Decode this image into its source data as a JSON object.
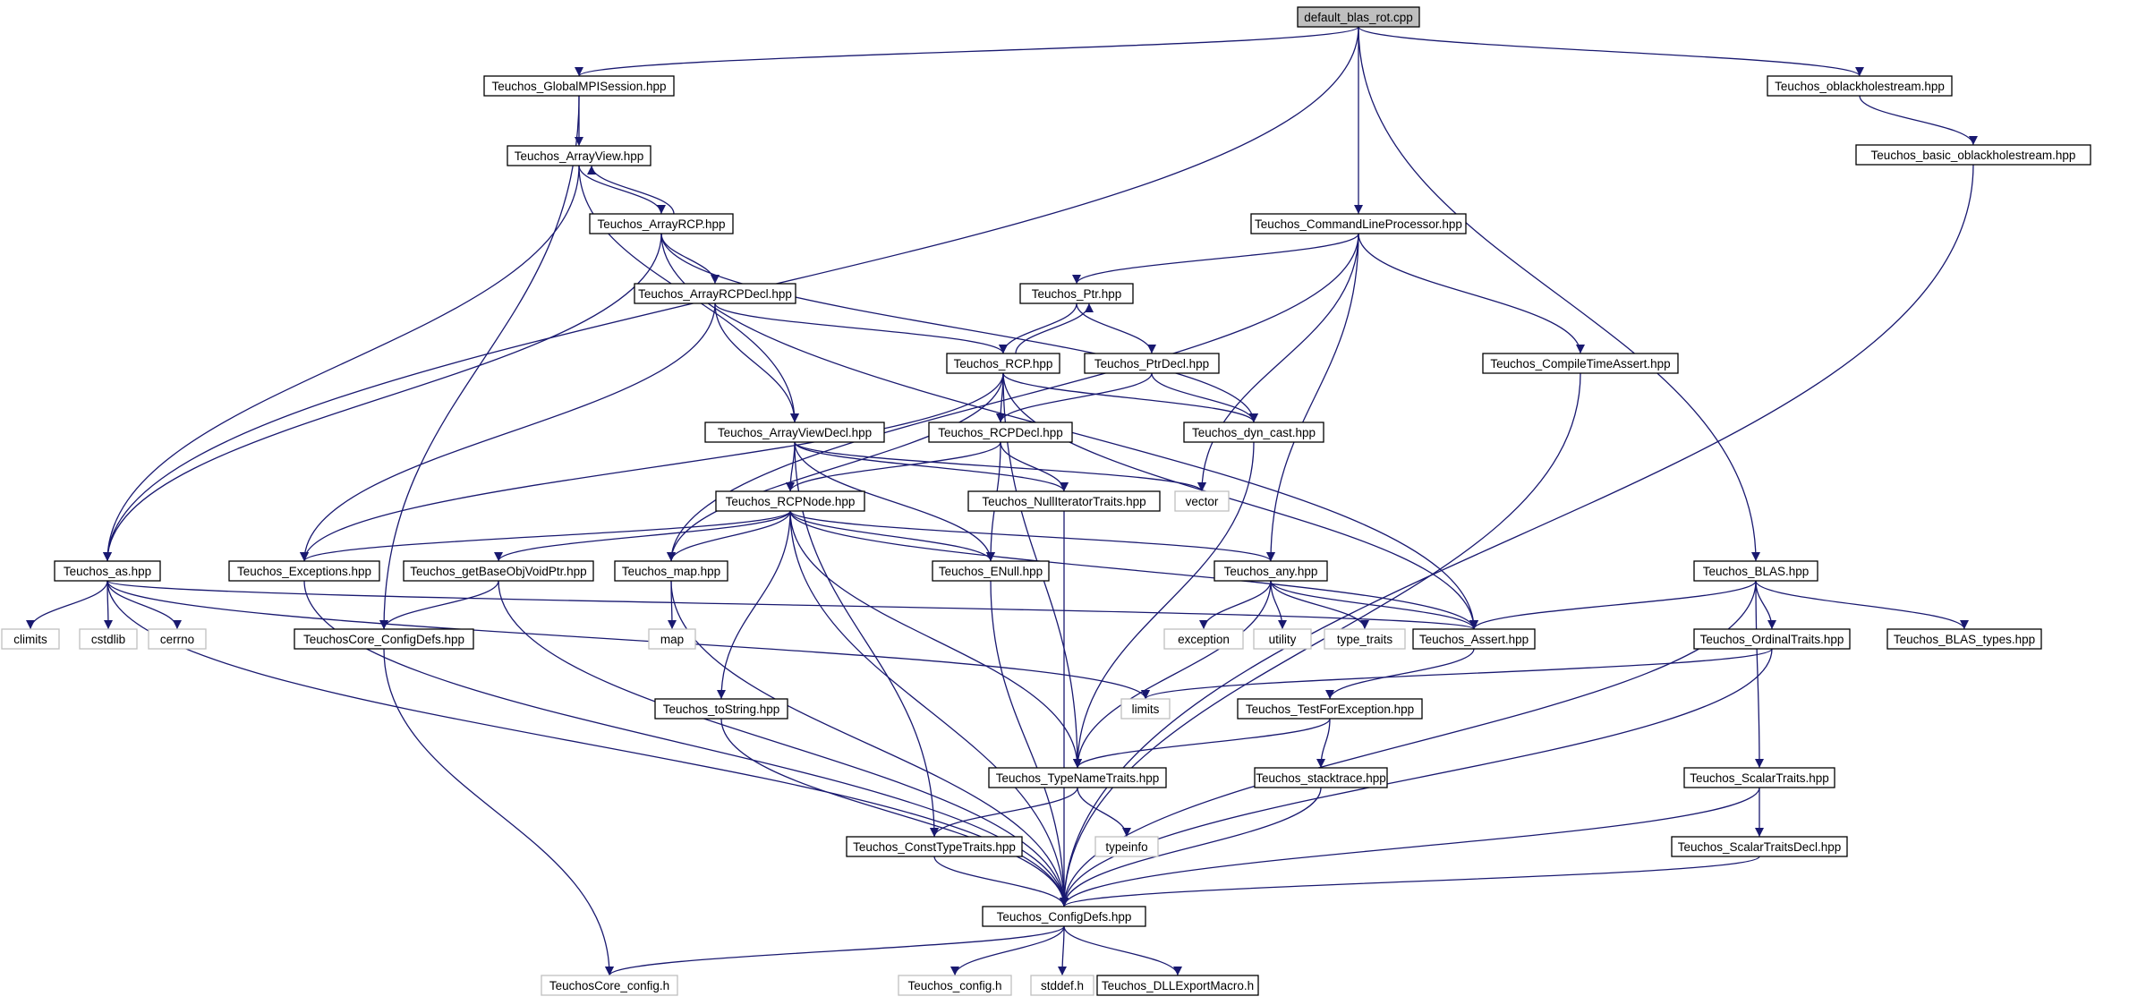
{
  "diagram": {
    "type": "include-dependency-graph",
    "colors": {
      "edge": "#191970",
      "node_border": "#000000",
      "root_fill": "#bfbfbf",
      "system_border": "#bfbfbf",
      "background": "#ffffff"
    },
    "nodes": [
      {
        "id": "root",
        "label": "default_blas_rot.cpp",
        "kind": "root"
      },
      {
        "id": "globalmpi",
        "label": "Teuchos_GlobalMPISession.hpp",
        "kind": "file"
      },
      {
        "id": "oblack",
        "label": "Teuchos_oblackholestream.hpp",
        "kind": "file"
      },
      {
        "id": "basicoblack",
        "label": "Teuchos_basic_oblackholestream.hpp",
        "kind": "file"
      },
      {
        "id": "arrayview",
        "label": "Teuchos_ArrayView.hpp",
        "kind": "file"
      },
      {
        "id": "arrayrcp",
        "label": "Teuchos_ArrayRCP.hpp",
        "kind": "file"
      },
      {
        "id": "cmdline",
        "label": "Teuchos_CommandLineProcessor.hpp",
        "kind": "file"
      },
      {
        "id": "arrayrcpdecl",
        "label": "Teuchos_ArrayRCPDecl.hpp",
        "kind": "file"
      },
      {
        "id": "ptr",
        "label": "Teuchos_Ptr.hpp",
        "kind": "file"
      },
      {
        "id": "rcp",
        "label": "Teuchos_RCP.hpp",
        "kind": "file"
      },
      {
        "id": "ptrdecl",
        "label": "Teuchos_PtrDecl.hpp",
        "kind": "file"
      },
      {
        "id": "compiletime",
        "label": "Teuchos_CompileTimeAssert.hpp",
        "kind": "file"
      },
      {
        "id": "arrayviewdecl",
        "label": "Teuchos_ArrayViewDecl.hpp",
        "kind": "file"
      },
      {
        "id": "rcpdecl",
        "label": "Teuchos_RCPDecl.hpp",
        "kind": "file"
      },
      {
        "id": "dyncast",
        "label": "Teuchos_dyn_cast.hpp",
        "kind": "file"
      },
      {
        "id": "rcpnode",
        "label": "Teuchos_RCPNode.hpp",
        "kind": "file"
      },
      {
        "id": "nulliter",
        "label": "Teuchos_NullIteratorTraits.hpp",
        "kind": "file"
      },
      {
        "id": "vector",
        "label": "vector",
        "kind": "system"
      },
      {
        "id": "as",
        "label": "Teuchos_as.hpp",
        "kind": "file"
      },
      {
        "id": "exceptions",
        "label": "Teuchos_Exceptions.hpp",
        "kind": "file"
      },
      {
        "id": "getbase",
        "label": "Teuchos_getBaseObjVoidPtr.hpp",
        "kind": "file"
      },
      {
        "id": "map",
        "label": "Teuchos_map.hpp",
        "kind": "file"
      },
      {
        "id": "enull",
        "label": "Teuchos_ENull.hpp",
        "kind": "file"
      },
      {
        "id": "any",
        "label": "Teuchos_any.hpp",
        "kind": "file"
      },
      {
        "id": "blas",
        "label": "Teuchos_BLAS.hpp",
        "kind": "file"
      },
      {
        "id": "climits",
        "label": "climits",
        "kind": "system"
      },
      {
        "id": "cstdlib",
        "label": "cstdlib",
        "kind": "system"
      },
      {
        "id": "cerrno",
        "label": "cerrno",
        "kind": "system"
      },
      {
        "id": "coreconfigdefs",
        "label": "TeuchosCore_ConfigDefs.hpp",
        "kind": "file"
      },
      {
        "id": "mapstd",
        "label": "map",
        "kind": "system"
      },
      {
        "id": "exception",
        "label": "exception",
        "kind": "system"
      },
      {
        "id": "utility",
        "label": "utility",
        "kind": "system"
      },
      {
        "id": "typetraits",
        "label": "type_traits",
        "kind": "system"
      },
      {
        "id": "assert",
        "label": "Teuchos_Assert.hpp",
        "kind": "file"
      },
      {
        "id": "ordinal",
        "label": "Teuchos_OrdinalTraits.hpp",
        "kind": "file"
      },
      {
        "id": "blastypes",
        "label": "Teuchos_BLAS_types.hpp",
        "kind": "file"
      },
      {
        "id": "limits",
        "label": "limits",
        "kind": "system"
      },
      {
        "id": "tostring",
        "label": "Teuchos_toString.hpp",
        "kind": "file"
      },
      {
        "id": "testforexc",
        "label": "Teuchos_TestForException.hpp",
        "kind": "file"
      },
      {
        "id": "typename",
        "label": "Teuchos_TypeNameTraits.hpp",
        "kind": "file"
      },
      {
        "id": "stacktrace",
        "label": "Teuchos_stacktrace.hpp",
        "kind": "file"
      },
      {
        "id": "scalar",
        "label": "Teuchos_ScalarTraits.hpp",
        "kind": "file"
      },
      {
        "id": "consttype",
        "label": "Teuchos_ConstTypeTraits.hpp",
        "kind": "file"
      },
      {
        "id": "typeinfo",
        "label": "typeinfo",
        "kind": "system"
      },
      {
        "id": "scalardecl",
        "label": "Teuchos_ScalarTraitsDecl.hpp",
        "kind": "file"
      },
      {
        "id": "configdefs",
        "label": "Teuchos_ConfigDefs.hpp",
        "kind": "file"
      },
      {
        "id": "coreconfig",
        "label": "TeuchosCore_config.h",
        "kind": "system"
      },
      {
        "id": "config",
        "label": "Teuchos_config.h",
        "kind": "system"
      },
      {
        "id": "stddef",
        "label": "stddef.h",
        "kind": "system"
      },
      {
        "id": "dllexport",
        "label": "Teuchos_DLLExportMacro.h",
        "kind": "file"
      }
    ],
    "edges": [
      [
        "root",
        "globalmpi"
      ],
      [
        "root",
        "as"
      ],
      [
        "root",
        "cmdline"
      ],
      [
        "root",
        "oblack"
      ],
      [
        "root",
        "blas"
      ],
      [
        "globalmpi",
        "arrayview"
      ],
      [
        "globalmpi",
        "coreconfigdefs"
      ],
      [
        "oblack",
        "basicoblack"
      ],
      [
        "basicoblack",
        "configdefs"
      ],
      [
        "arrayview",
        "arrayrcp"
      ],
      [
        "arrayview",
        "arrayviewdecl"
      ],
      [
        "arrayview",
        "as"
      ],
      [
        "arrayrcp",
        "arrayview"
      ],
      [
        "arrayrcp",
        "arrayrcpdecl"
      ],
      [
        "arrayrcp",
        "as"
      ],
      [
        "arrayrcp",
        "assert"
      ],
      [
        "arrayrcp",
        "dyncast"
      ],
      [
        "cmdline",
        "ptr"
      ],
      [
        "cmdline",
        "map"
      ],
      [
        "cmdline",
        "vector"
      ],
      [
        "cmdline",
        "any"
      ],
      [
        "cmdline",
        "compiletime"
      ],
      [
        "arrayrcpdecl",
        "rcp"
      ],
      [
        "arrayrcpdecl",
        "arrayviewdecl"
      ],
      [
        "arrayrcpdecl",
        "exceptions"
      ],
      [
        "ptr",
        "rcp"
      ],
      [
        "ptr",
        "ptrdecl"
      ],
      [
        "rcp",
        "ptr"
      ],
      [
        "rcp",
        "rcpdecl"
      ],
      [
        "rcp",
        "dyncast"
      ],
      [
        "rcp",
        "assert"
      ],
      [
        "rcp",
        "exceptions"
      ],
      [
        "rcp",
        "map"
      ],
      [
        "rcp",
        "typename"
      ],
      [
        "ptrdecl",
        "rcpdecl"
      ],
      [
        "ptrdecl",
        "dyncast"
      ],
      [
        "compiletime",
        "configdefs"
      ],
      [
        "arrayviewdecl",
        "rcpnode"
      ],
      [
        "arrayviewdecl",
        "enull"
      ],
      [
        "arrayviewdecl",
        "nulliter"
      ],
      [
        "arrayviewdecl",
        "consttype"
      ],
      [
        "arrayviewdecl",
        "vector"
      ],
      [
        "rcpdecl",
        "rcpnode"
      ],
      [
        "rcpdecl",
        "enull"
      ],
      [
        "rcpdecl",
        "nulliter"
      ],
      [
        "dyncast",
        "typename"
      ],
      [
        "rcpnode",
        "exceptions"
      ],
      [
        "rcpnode",
        "getbase"
      ],
      [
        "rcpnode",
        "map"
      ],
      [
        "rcpnode",
        "enull"
      ],
      [
        "rcpnode",
        "any"
      ],
      [
        "rcpnode",
        "assert"
      ],
      [
        "rcpnode",
        "tostring"
      ],
      [
        "rcpnode",
        "typename"
      ],
      [
        "rcpnode",
        "configdefs"
      ],
      [
        "nulliter",
        "configdefs"
      ],
      [
        "as",
        "climits"
      ],
      [
        "as",
        "cstdlib"
      ],
      [
        "as",
        "cerrno"
      ],
      [
        "as",
        "assert"
      ],
      [
        "as",
        "limits"
      ],
      [
        "as",
        "configdefs"
      ],
      [
        "exceptions",
        "configdefs"
      ],
      [
        "getbase",
        "coreconfigdefs"
      ],
      [
        "getbase",
        "configdefs"
      ],
      [
        "map",
        "mapstd"
      ],
      [
        "map",
        "configdefs"
      ],
      [
        "enull",
        "configdefs"
      ],
      [
        "any",
        "exception"
      ],
      [
        "any",
        "utility"
      ],
      [
        "any",
        "typetraits"
      ],
      [
        "any",
        "assert"
      ],
      [
        "any",
        "typename"
      ],
      [
        "blas",
        "assert"
      ],
      [
        "blas",
        "ordinal"
      ],
      [
        "blas",
        "blastypes"
      ],
      [
        "blas",
        "scalar"
      ],
      [
        "blas",
        "configdefs"
      ],
      [
        "coreconfigdefs",
        "coreconfig"
      ],
      [
        "assert",
        "testforexc"
      ],
      [
        "ordinal",
        "limits"
      ],
      [
        "ordinal",
        "configdefs"
      ],
      [
        "tostring",
        "configdefs"
      ],
      [
        "testforexc",
        "typename"
      ],
      [
        "testforexc",
        "stacktrace"
      ],
      [
        "typename",
        "consttype"
      ],
      [
        "typename",
        "typeinfo"
      ],
      [
        "stacktrace",
        "configdefs"
      ],
      [
        "scalar",
        "scalardecl"
      ],
      [
        "scalar",
        "configdefs"
      ],
      [
        "consttype",
        "configdefs"
      ],
      [
        "scalardecl",
        "configdefs"
      ],
      [
        "configdefs",
        "coreconfig"
      ],
      [
        "configdefs",
        "config"
      ],
      [
        "configdefs",
        "stddef"
      ],
      [
        "configdefs",
        "dllexport"
      ]
    ]
  }
}
